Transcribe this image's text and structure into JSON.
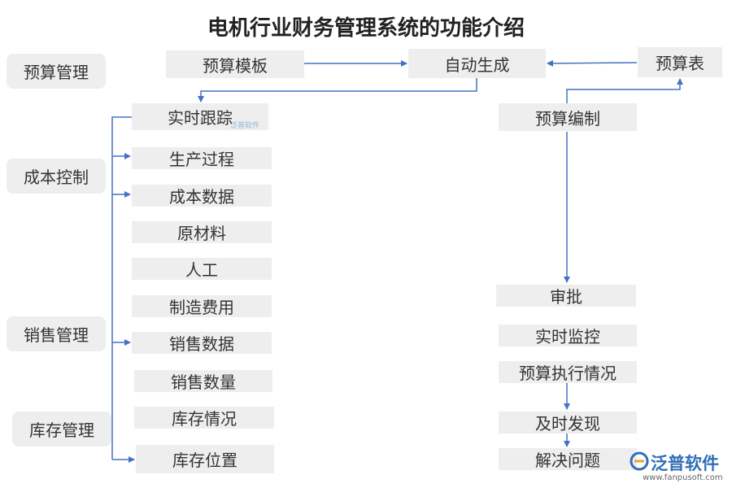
{
  "title": "电机行业财务管理系统的功能介绍",
  "categories": {
    "budget": "预算管理",
    "cost": "成本控制",
    "sales": "销售管理",
    "inventory": "库存管理"
  },
  "top_flow": {
    "template": "预算模板",
    "auto": "自动生成",
    "table": "预算表"
  },
  "left_items": [
    "实时跟踪",
    "生产过程",
    "成本数据",
    "原材料",
    "人工",
    "制造费用",
    "销售数据",
    "销售数量",
    "库存情况",
    "库存位置"
  ],
  "right_items": [
    "预算编制",
    "审批",
    "实时监控",
    "预算执行情况",
    "及时发现",
    "解决问题"
  ],
  "watermark": "泛普软件",
  "logo": {
    "name": "泛普软件",
    "url": "www.fanpusoft.com"
  },
  "colors": {
    "box_fill": "#eeeeee",
    "arrow": "#4472c4",
    "logo": "#2f6fb6"
  }
}
